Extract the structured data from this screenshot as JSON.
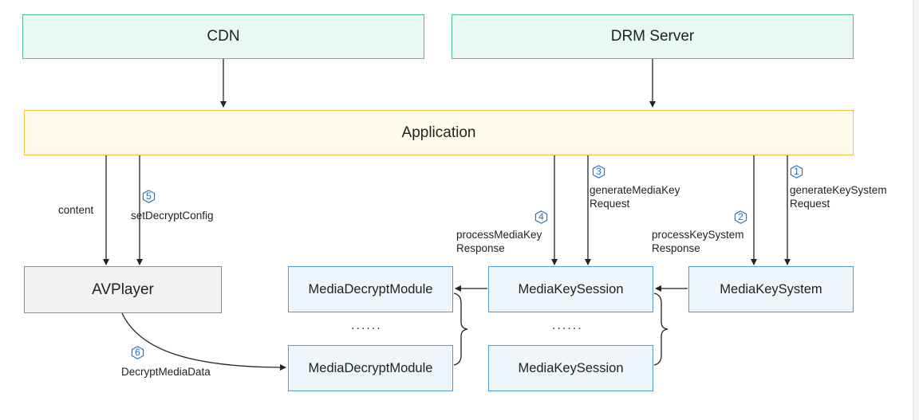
{
  "nodes": {
    "cdn": "CDN",
    "drm_server": "DRM Server",
    "application": "Application",
    "avplayer": "AVPlayer",
    "media_decrypt_module_1": "MediaDecryptModule",
    "media_decrypt_module_2": "MediaDecryptModule",
    "media_key_session_1": "MediaKeySession",
    "media_key_session_2": "MediaKeySession",
    "media_key_system": "MediaKeySystem",
    "ellipsis_left": "......",
    "ellipsis_right": "......"
  },
  "edges": {
    "content": "content",
    "set_decrypt_config": "setDecryptConfig",
    "generate_media_key_request": [
      "generateMediaKey",
      "Request"
    ],
    "generate_key_system_request": [
      "generateKeySystem",
      "Request"
    ],
    "process_media_key_response": [
      "processMediaKey",
      "Response"
    ],
    "process_key_system_response": [
      "processKeySystem",
      "Response"
    ],
    "decrypt_media_data": "DecryptMediaData"
  },
  "steps": [
    "1",
    "2",
    "3",
    "4",
    "5",
    "6"
  ],
  "colors": {
    "green_fill": "#eaf8f3",
    "green_border": "#4cbf92",
    "yellow_fill": "#fffbeb",
    "yellow_border": "#f5c242",
    "gray_fill": "#f2f2f2",
    "gray_border": "#8c8c8c",
    "blue_fill": "#eef6fc",
    "blue_border": "#4e9bd8",
    "step_accent": "#1f6fc0",
    "arrow": "#222222"
  }
}
